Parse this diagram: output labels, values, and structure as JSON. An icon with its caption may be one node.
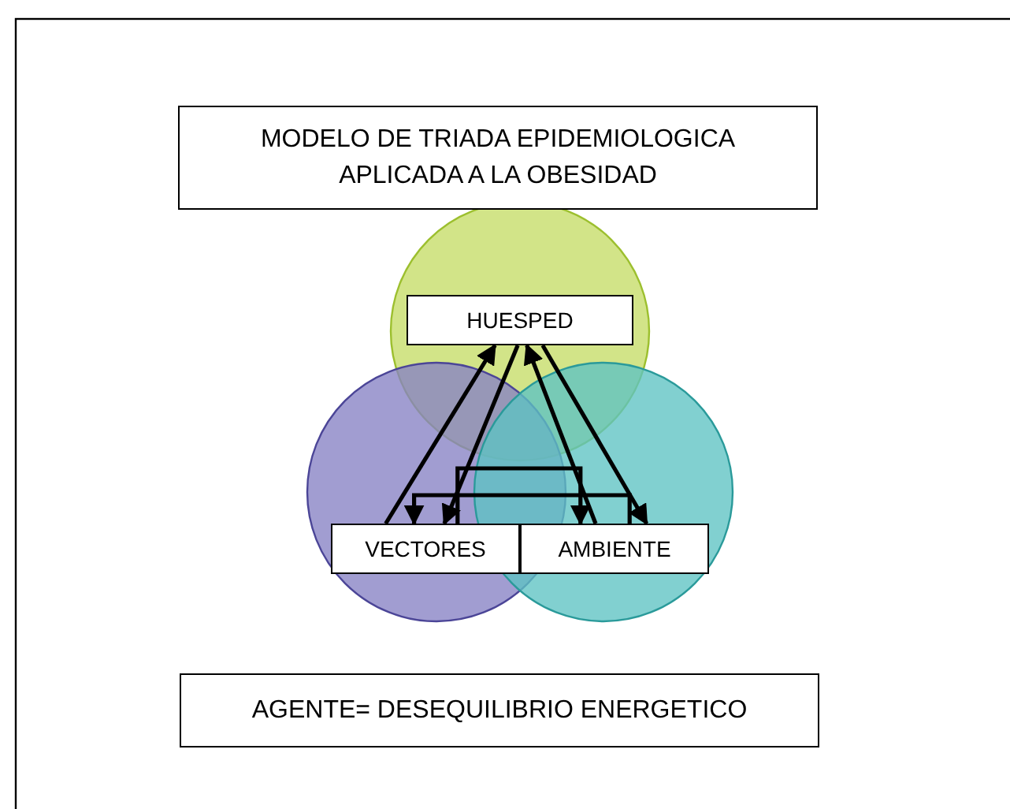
{
  "diagram": {
    "nodes": [
      {
        "text": [
          "MODELO DE TRIADA EPIDEMIOLOGICA APLICADA A LA OBESIDAD"
        ]
      },
      {
        "text": [
          "HUESPED"
        ]
      },
      {
        "text": [
          "VECTORES"
        ]
      },
      {
        "text": [
          "AMBIENTE"
        ]
      },
      {
        "text": [
          "AGENTE= DESEQUILIBRIO ENERGETICO"
        ]
      }
    ],
    "edges": [
      {
        "from": 2,
        "to": 1,
        "arrow": "to"
      },
      {
        "from": 1,
        "to": 3,
        "arrow": "to"
      },
      {
        "from": 3,
        "to": 2,
        "arrow": "to"
      },
      {
        "from": 1,
        "to": 2,
        "arrow": "to"
      },
      {
        "from": 2,
        "to": 3,
        "arrow": "to"
      },
      {
        "from": 3,
        "to": 1,
        "arrow": "to"
      }
    ]
  }
}
